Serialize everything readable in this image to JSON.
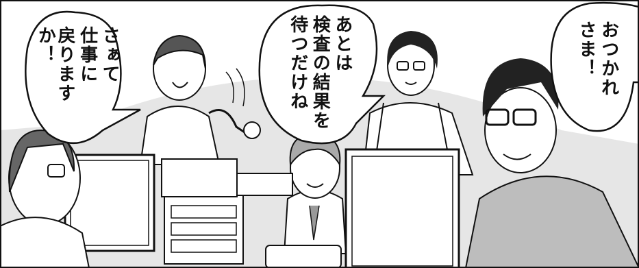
{
  "bubbles": {
    "left": {
      "lines": [
        "さぁて",
        "仕事に",
        "戻りますか！"
      ]
    },
    "center": {
      "lines": [
        "あとは",
        "検査の結果を",
        "待つだけね"
      ]
    },
    "right": {
      "lines": [
        "おつかれ",
        "さま！"
      ]
    }
  },
  "colors": {
    "ink": "#111111",
    "screen_tone": "#cfcfcf",
    "light_tone": "#e6e6e6",
    "paper": "#ffffff"
  }
}
